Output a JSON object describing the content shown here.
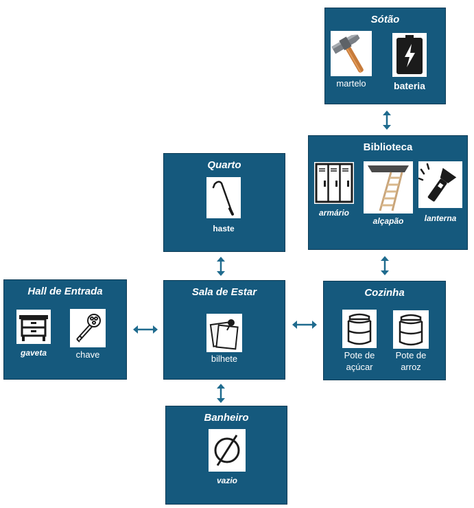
{
  "colors": {
    "room_fill": "#15597d",
    "arrow": "#1f6b8e",
    "text": "#ffffff"
  },
  "rooms": {
    "sotao": {
      "title": "Sótão",
      "items": [
        {
          "label": "martelo",
          "icon": "hammer-icon"
        },
        {
          "label": "bateria",
          "icon": "battery-icon"
        }
      ]
    },
    "biblioteca": {
      "title": "Biblioteca",
      "items": [
        {
          "label": "armário",
          "icon": "lockers-icon"
        },
        {
          "label": "alçapão",
          "icon": "attic-ladder-icon"
        },
        {
          "label": "lanterna",
          "icon": "flashlight-icon"
        }
      ]
    },
    "quarto": {
      "title": "Quarto",
      "items": [
        {
          "label": "haste",
          "icon": "cane-icon"
        }
      ]
    },
    "hall": {
      "title": "Hall de Entrada",
      "items": [
        {
          "label": "gaveta",
          "icon": "drawer-icon"
        },
        {
          "label": "chave",
          "icon": "key-icon"
        }
      ]
    },
    "sala": {
      "title": "Sala de Estar",
      "items": [
        {
          "label": "bilhete",
          "icon": "note-icon"
        }
      ]
    },
    "cozinha": {
      "title": "Cozinha",
      "items": [
        {
          "label": "Pote de açúcar",
          "icon": "jar-icon"
        },
        {
          "label": "Pote de arroz",
          "icon": "jar-icon"
        }
      ]
    },
    "banheiro": {
      "title": "Banheiro",
      "items": [
        {
          "label": "vazio",
          "icon": "empty-set-icon"
        }
      ]
    }
  },
  "connections": [
    [
      "sotao",
      "biblioteca"
    ],
    [
      "biblioteca",
      "cozinha"
    ],
    [
      "quarto",
      "sala"
    ],
    [
      "hall",
      "sala"
    ],
    [
      "sala",
      "cozinha"
    ],
    [
      "sala",
      "banheiro"
    ]
  ]
}
